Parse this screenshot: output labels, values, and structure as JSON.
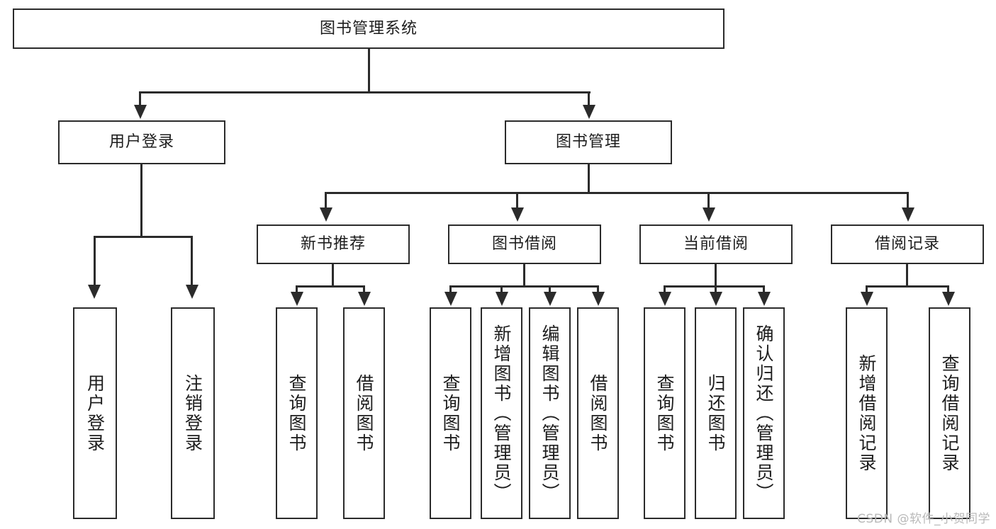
{
  "diagram": {
    "title": "图书管理系统",
    "type": "tree",
    "root": {
      "label": "图书管理系统"
    },
    "level1": [
      {
        "id": "user-login",
        "label": "用户登录"
      },
      {
        "id": "book-manage",
        "label": "图书管理"
      }
    ],
    "level2": [
      {
        "id": "new-book-recommend",
        "label": "新书推荐",
        "parent": "book-manage"
      },
      {
        "id": "book-borrow",
        "label": "图书借阅",
        "parent": "book-manage"
      },
      {
        "id": "current-borrow",
        "label": "当前借阅",
        "parent": "book-manage"
      },
      {
        "id": "borrow-record",
        "label": "借阅记录",
        "parent": "book-manage"
      }
    ],
    "leaves": [
      {
        "id": "leaf-user-login",
        "label": "用户登录",
        "parent": "user-login"
      },
      {
        "id": "leaf-logout-login",
        "label": "注销登录",
        "parent": "user-login"
      },
      {
        "id": "leaf-query-book-1",
        "label": "查询图书",
        "parent": "new-book-recommend"
      },
      {
        "id": "leaf-borrow-book-1",
        "label": "借阅图书",
        "parent": "new-book-recommend"
      },
      {
        "id": "leaf-query-book-2",
        "label": "查询图书",
        "parent": "book-borrow"
      },
      {
        "id": "leaf-add-book-admin",
        "label": "新增图书（管理员）",
        "parent": "book-borrow"
      },
      {
        "id": "leaf-edit-book-admin",
        "label": "编辑图书（管理员）",
        "parent": "book-borrow"
      },
      {
        "id": "leaf-borrow-book-2",
        "label": "借阅图书",
        "parent": "book-borrow"
      },
      {
        "id": "leaf-query-book-3",
        "label": "查询图书",
        "parent": "current-borrow"
      },
      {
        "id": "leaf-return-book",
        "label": "归还图书",
        "parent": "current-borrow"
      },
      {
        "id": "leaf-confirm-return-admin",
        "label": "确认归还（管理员）",
        "parent": "current-borrow"
      },
      {
        "id": "leaf-add-borrow-record",
        "label": "新增借阅记录",
        "parent": "borrow-record"
      },
      {
        "id": "leaf-query-borrow-record",
        "label": "查询借阅记录",
        "parent": "borrow-record"
      }
    ],
    "watermark": "CSDN @软件_小贺同学",
    "colors": {
      "stroke": "#2b2b2b",
      "text": "#1d1d1d",
      "background": "#ffffff",
      "watermark": "#b9b9b9"
    }
  }
}
